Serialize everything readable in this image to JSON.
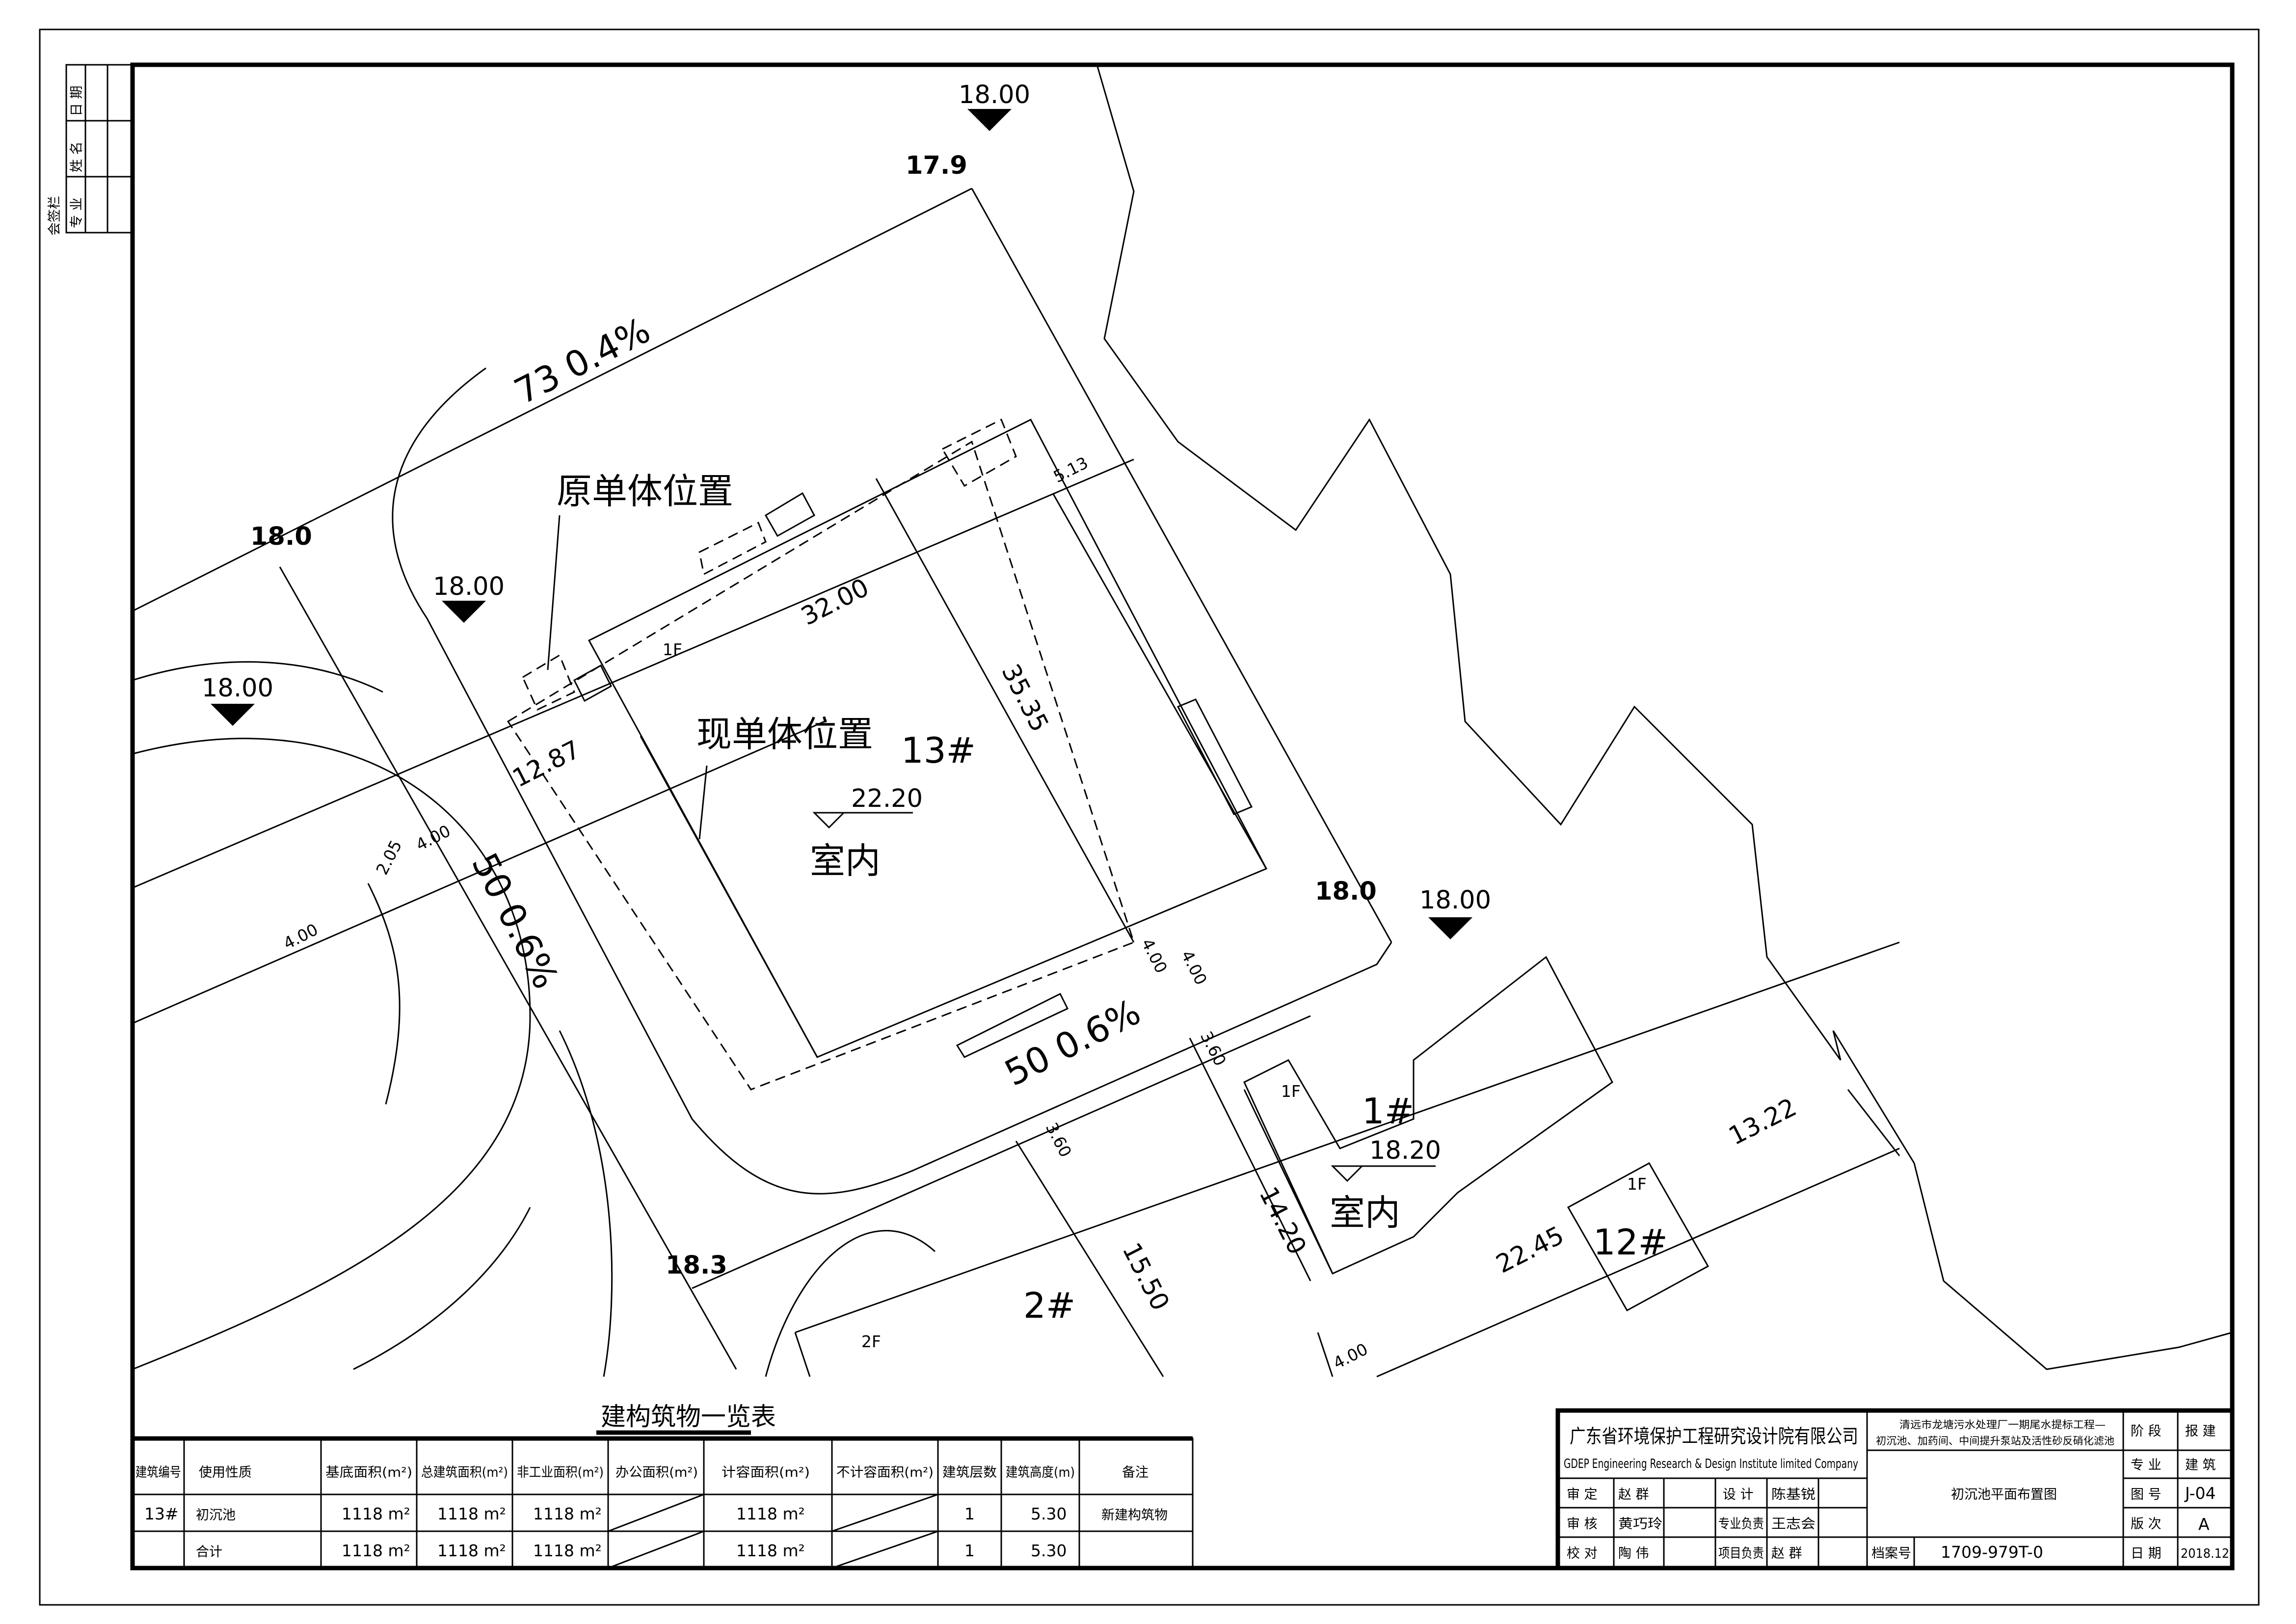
{
  "signature_column": {
    "title": "会签栏",
    "headers": [
      "专 业",
      "姓 名",
      "日 期"
    ]
  },
  "drawing": {
    "elevations": [
      "18.00",
      "18.00",
      "18.00",
      "18.00",
      "17.9",
      "18.0",
      "18.0",
      "18.3"
    ],
    "labels": [
      "73 0.4%",
      "原单体位置",
      "现单体位置",
      "13#",
      "1F",
      "32.00",
      "35.35",
      "5.13",
      "12.87",
      "22.20",
      "室内",
      "50 0.6%",
      "50 0.6%",
      "4.00",
      "4.00",
      "4.00",
      "3.60",
      "3.60",
      "2.05",
      "4.00",
      "1#",
      "18.20",
      "室内",
      "1F",
      "14.20",
      "2#",
      "15.50",
      "2F",
      "12#",
      "1F",
      "22.45",
      "13.22",
      "4.00"
    ]
  },
  "building_table": {
    "title": "建构筑物一览表",
    "headers": [
      "建筑编号",
      "使用性质",
      "基底面积(m²)",
      "总建筑面积(m²)",
      "非工业面积(m²)",
      "办公面积(m²)",
      "计容面积(m²)",
      "不计容面积(m²)",
      "建筑层数",
      "建筑高度(m)",
      "备注"
    ],
    "rows": [
      [
        "13#",
        "初沉池",
        "1118 m²",
        "1118 m²",
        "1118 m²",
        "",
        "1118 m²",
        "",
        "1",
        "5.30",
        "新建构筑物"
      ],
      [
        "",
        "合计",
        "1118 m²",
        "1118 m²",
        "1118 m²",
        "",
        "1118 m²",
        "",
        "1",
        "5.30",
        ""
      ]
    ]
  },
  "title_block": {
    "company_cn": "广东省环境保护工程研究设计院有限公司",
    "company_en": "GDEP Engineering Research & Design Institute limited Company",
    "project_line1": "清远市龙塘污水处理厂一期尾水提标工程—",
    "project_line2": "初沉池、加药间、中间提升泵站及活性砂反硝化滤池",
    "drawing_name": "初沉池平面布置图",
    "signoffs": [
      {
        "role": "审 定",
        "name": "赵 群",
        "role2": "设 计",
        "name2": "陈基锐"
      },
      {
        "role": "审 核",
        "name": "黄巧玲",
        "role2": "专业负责",
        "name2": "王志会"
      },
      {
        "role": "校 对",
        "name": "陶 伟",
        "role2": "项目负责",
        "name2": "赵 群"
      }
    ],
    "archive_label": "档案号",
    "archive_no": "1709-979T-0",
    "meta": [
      {
        "label": "阶 段",
        "value": "报 建"
      },
      {
        "label": "专 业",
        "value": "建 筑"
      },
      {
        "label": "图 号",
        "value": "J-04"
      },
      {
        "label": "版 次",
        "value": "A"
      },
      {
        "label": "日 期",
        "value": "2018.12"
      }
    ]
  }
}
